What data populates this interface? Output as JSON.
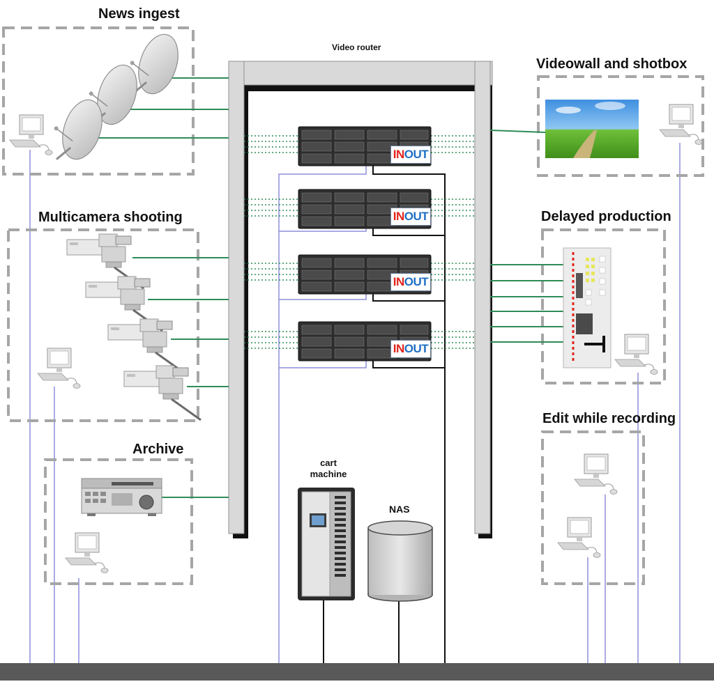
{
  "diagram": {
    "labels": {
      "news_ingest": "News ingest",
      "video_router": "Video router",
      "videowall": "Videowall and shotbox",
      "multicamera": "Multicamera shooting",
      "delayed": "Delayed production",
      "edit_recording": "Edit while recording",
      "archive": "Archive",
      "cart_machine": "cart machine",
      "nas": "NAS"
    },
    "server_logo": {
      "in": "IN",
      "out": "OUT"
    },
    "colors": {
      "router_frame": "#d9d9d9",
      "dashed_box": "#a6a6a6",
      "signal_line": "#2e8b57",
      "network_line": "#8e8edc",
      "control_line": "#111111",
      "floor_bus": "#595959",
      "logo_in": "#e2231a",
      "logo_out": "#1f6fc4"
    },
    "icons": [
      "satellite-dish-icon",
      "computer-icon",
      "video-camera-icon",
      "broadcast-server-icon",
      "vtr-deck-icon",
      "cart-machine-icon",
      "nas-storage-icon",
      "playout-rack-icon",
      "landscape-image-icon"
    ]
  }
}
